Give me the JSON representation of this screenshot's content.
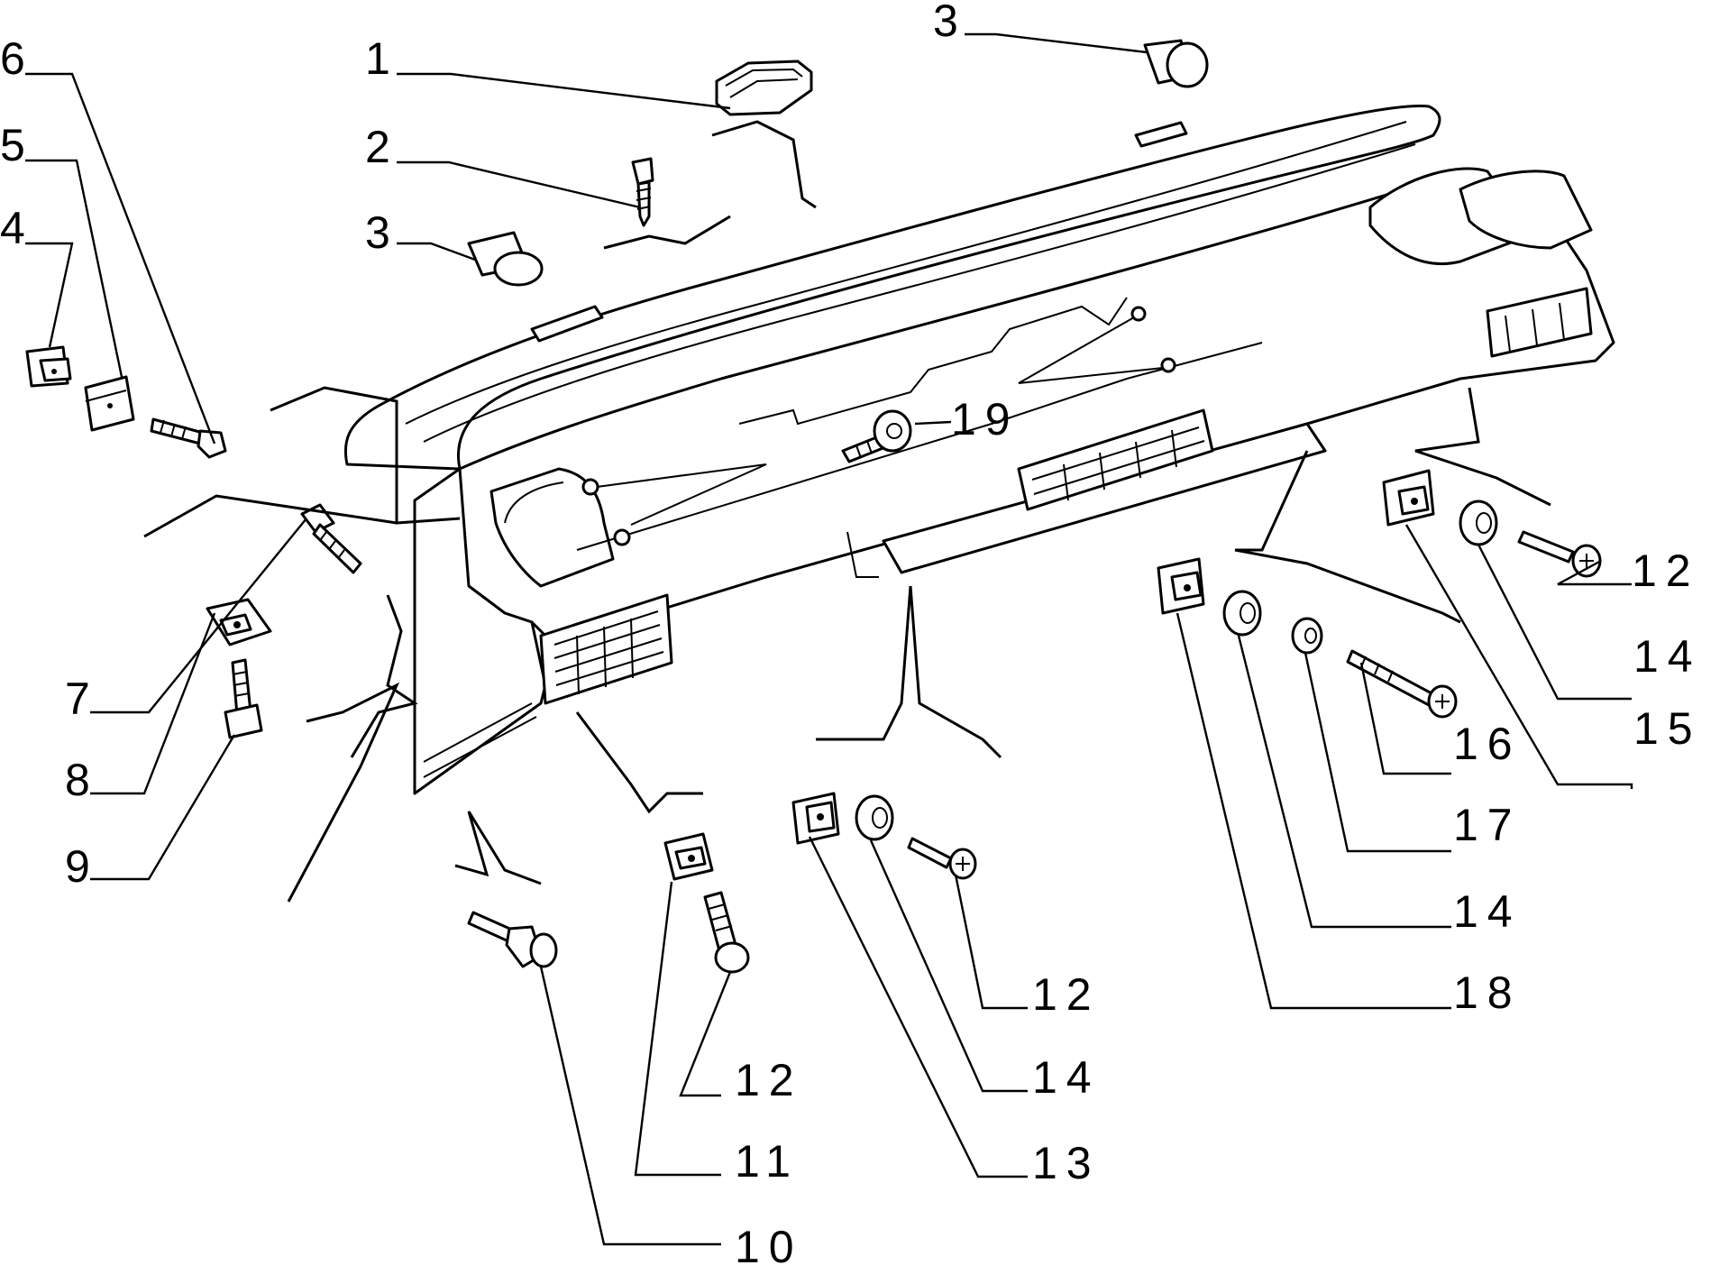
{
  "diagram": {
    "parts": [
      {
        "id": "p6",
        "label": "6"
      },
      {
        "id": "p5",
        "label": "5"
      },
      {
        "id": "p4",
        "label": "4"
      },
      {
        "id": "p1",
        "label": "1"
      },
      {
        "id": "p2",
        "label": "2"
      },
      {
        "id": "p3a",
        "label": "3"
      },
      {
        "id": "p3b",
        "label": "3"
      },
      {
        "id": "p19",
        "label": "19"
      },
      {
        "id": "p7",
        "label": "7"
      },
      {
        "id": "p8",
        "label": "8"
      },
      {
        "id": "p9",
        "label": "9"
      },
      {
        "id": "p10",
        "label": "10"
      },
      {
        "id": "p11",
        "label": "11"
      },
      {
        "id": "p12a",
        "label": "12"
      },
      {
        "id": "p12b",
        "label": "12"
      },
      {
        "id": "p12c",
        "label": "12"
      },
      {
        "id": "p13",
        "label": "13"
      },
      {
        "id": "p14a",
        "label": "14"
      },
      {
        "id": "p14b",
        "label": "14"
      },
      {
        "id": "p14c",
        "label": "14"
      },
      {
        "id": "p15",
        "label": "15"
      },
      {
        "id": "p16",
        "label": "16"
      },
      {
        "id": "p17",
        "label": "17"
      },
      {
        "id": "p18",
        "label": "18"
      }
    ]
  }
}
